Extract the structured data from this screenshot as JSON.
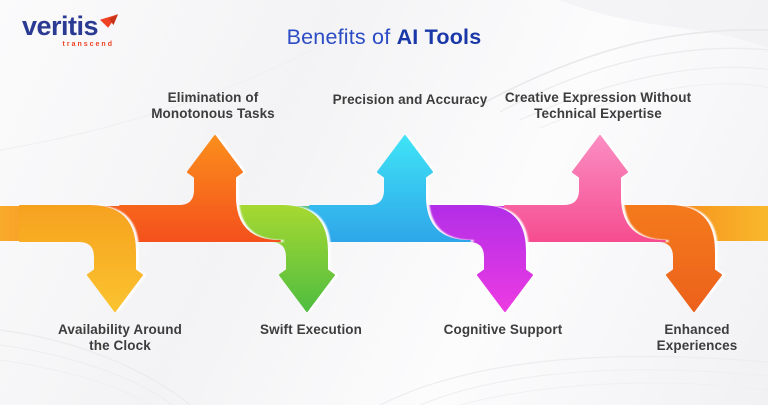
{
  "brand": {
    "name": "veritis",
    "tagline": "transcend"
  },
  "title": {
    "regular": "Benefits of",
    "bold": "AI Tools"
  },
  "benefits": [
    {
      "id": "availability",
      "label": "Availability Around the Clock",
      "direction": "down",
      "side": "bottom",
      "gradient": [
        "#F6A21F",
        "#FBC32F"
      ]
    },
    {
      "id": "elimination",
      "label": "Elimination of Monotonous Tasks",
      "direction": "up",
      "side": "top",
      "gradient": [
        "#F4511E",
        "#FB8E1C"
      ]
    },
    {
      "id": "swift",
      "label": "Swift Execution",
      "direction": "down",
      "side": "bottom",
      "gradient": [
        "#A6D831",
        "#4FBD40"
      ]
    },
    {
      "id": "precision",
      "label": "Precision and Accuracy",
      "direction": "up",
      "side": "top",
      "gradient": [
        "#2EA6E9",
        "#3FE3F6"
      ]
    },
    {
      "id": "cognitive",
      "label": "Cognitive Support",
      "direction": "down",
      "side": "bottom",
      "gradient": [
        "#B32EE7",
        "#EC3BE2"
      ]
    },
    {
      "id": "creative",
      "label": "Creative Expression Without Technical Expertise",
      "direction": "up",
      "side": "top",
      "gradient": [
        "#F64D90",
        "#FA8DC2"
      ]
    },
    {
      "id": "enhanced",
      "label": "Enhanced Experiences",
      "direction": "down",
      "side": "bottom",
      "gradient": [
        "#F47A1E",
        "#EC611C"
      ]
    }
  ],
  "colors": {
    "ribbon": [
      "#F9AB2B",
      "#F78E21",
      "#F4531F",
      "#F0521E",
      "#8FCB36",
      "#6EC53A",
      "#3BB2E5",
      "#30D6F2",
      "#A838E9",
      "#D02BE1",
      "#F64177",
      "#F75B9F",
      "#F4641F",
      "#F79E22",
      "#F9B92C"
    ],
    "logo_text": "#2b3a92",
    "logo_accent": "#ef4123",
    "title_blue": "#2b4cc4",
    "label_text": "#3d3d3d"
  }
}
